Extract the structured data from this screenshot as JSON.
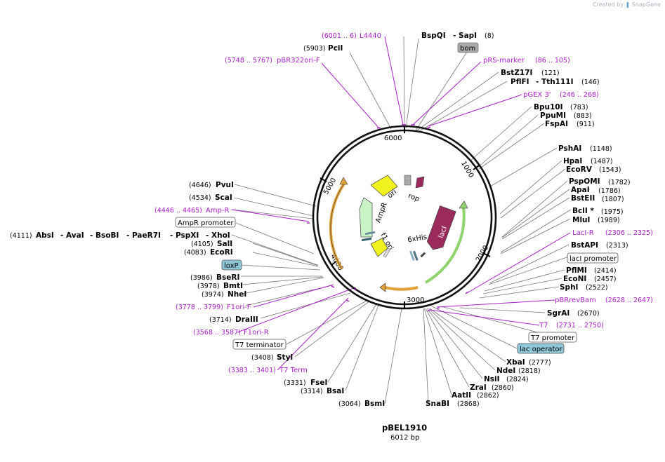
{
  "credit": {
    "prefix": "Created by",
    "brand": "SnapGene"
  },
  "plasmid": {
    "name": "pBEL1910",
    "size": "6012 bp"
  },
  "ticks": [
    "1000",
    "2000",
    "3000",
    "4000",
    "5000",
    "6000"
  ],
  "features": [
    {
      "id": "rop",
      "label": "rop",
      "color": "#9b2a5d"
    },
    {
      "id": "lacI",
      "label": "lacI",
      "color": "#9b2a5d"
    },
    {
      "id": "6xHis",
      "label": "6xHis",
      "color": "#8ab0c0"
    },
    {
      "id": "f1ori",
      "label": "f1 ori",
      "color": "#f2f21f"
    },
    {
      "id": "AmpR",
      "label": "AmpR",
      "color": "#c9f5c6"
    },
    {
      "id": "ori",
      "label": "ori",
      "color": "#f2f21f"
    },
    {
      "id": "bom",
      "label": "bom",
      "color": "#aaaaaa"
    }
  ],
  "sites": {
    "l4440": {
      "name": "L4440",
      "pos": "(6001 .. 6)"
    },
    "bspqi": {
      "name": "BspQI",
      "pos": "(8)"
    },
    "sapi": {
      "name": "- SapI"
    },
    "pcii": {
      "name": "PciI",
      "pos": "(5903)"
    },
    "bom": {
      "name": "bom"
    },
    "pbr322": {
      "name": "pBR322ori-F",
      "pos": "(5748 .. 5767)"
    },
    "prs": {
      "name": "pRS-marker",
      "pos": "(86 .. 105)"
    },
    "bstz17i": {
      "name": "BstZ17I",
      "pos": "(121)"
    },
    "pflfi": {
      "name": "PflFI",
      "pos": "(146)"
    },
    "tth111i": {
      "name": "- Tth111I"
    },
    "pgex": {
      "name": "pGEX 3'",
      "pos": "(246 .. 268)"
    },
    "bpu10i": {
      "name": "Bpu10I",
      "pos": "(783)"
    },
    "ppumi": {
      "name": "PpuMI",
      "pos": "(883)"
    },
    "fspai": {
      "name": "FspAI",
      "pos": "(911)"
    },
    "pshai": {
      "name": "PshAI",
      "pos": "(1148)"
    },
    "hpai": {
      "name": "HpaI",
      "pos": "(1487)"
    },
    "ecorv": {
      "name": "EcoRV",
      "pos": "(1543)"
    },
    "psp": {
      "name": "PspOMI",
      "pos": "(1782)"
    },
    "apai": {
      "name": "ApaI",
      "pos": "(1786)"
    },
    "bsteii": {
      "name": "BstEII",
      "pos": "(1807)"
    },
    "bcli": {
      "name": "BclI *",
      "pos": "(1975)"
    },
    "mlui": {
      "name": "MluI",
      "pos": "(1989)"
    },
    "lacir": {
      "name": "LacI-R",
      "pos": "(2306 .. 2325)"
    },
    "bstapi": {
      "name": "BstAPI",
      "pos": "(2313)"
    },
    "lacip": {
      "name": "lacI promoter"
    },
    "pflmi": {
      "name": "PflMI",
      "pos": "(2414)"
    },
    "econi": {
      "name": "EcoNI",
      "pos": "(2457)"
    },
    "sphi": {
      "name": "SphI",
      "pos": "(2522)"
    },
    "pbrrev": {
      "name": "pBRrevBam",
      "pos": "(2628 .. 2647)"
    },
    "sgrai": {
      "name": "SgrAI",
      "pos": "(2670)"
    },
    "t7": {
      "name": "T7",
      "pos": "(2731 .. 2750)"
    },
    "t7p": {
      "name": "T7 promoter"
    },
    "lacop": {
      "name": "lac operator"
    },
    "xbai": {
      "name": "XbaI",
      "pos": "(2777)"
    },
    "ndei": {
      "name": "NdeI",
      "pos": "(2818)"
    },
    "nsii": {
      "name": "NsiI",
      "pos": "(2824)"
    },
    "zrai": {
      "name": "ZraI",
      "pos": "(2860)"
    },
    "aatii": {
      "name": "AatII",
      "pos": "(2862)"
    },
    "snabi": {
      "name": "SnaBI",
      "pos": "(2868)"
    },
    "bsmi": {
      "name": "BsmI",
      "pos": "(3064)"
    },
    "bsai": {
      "name": "BsaI",
      "pos": "(3314)"
    },
    "fsei": {
      "name": "FseI",
      "pos": "(3331)"
    },
    "t7term": {
      "name": "T7 Term",
      "pos": "(3383 .. 3401)"
    },
    "styi": {
      "name": "StyI",
      "pos": "(3408)"
    },
    "t7t": {
      "name": "T7 terminator"
    },
    "f1r": {
      "name": "F1ori-R",
      "pos": "(3568 .. 3587)"
    },
    "draiii": {
      "name": "DraIII",
      "pos": "(3714)"
    },
    "f1f": {
      "name": "F1ori-F",
      "pos": "(3778 .. 3799)"
    },
    "nhei": {
      "name": "NheI",
      "pos": "(3974)"
    },
    "bmti": {
      "name": "BmtI",
      "pos": "(3978)"
    },
    "bseri": {
      "name": "BseRI",
      "pos": "(3986)"
    },
    "loxp": {
      "name": "loxP"
    },
    "ecori": {
      "name": "EcoRI",
      "pos": "(4083)"
    },
    "sali": {
      "name": "SalI",
      "pos": "(4105)"
    },
    "absi": {
      "name": "AbsI",
      "pos": "(4111)"
    },
    "avai": {
      "name": "- AvaI"
    },
    "bsobi": {
      "name": "- BsoBI"
    },
    "paer7i": {
      "name": "- PaeR7I"
    },
    "pspxi": {
      "name": "- PspXI"
    },
    "xhoi": {
      "name": "- XhoI"
    },
    "ampp": {
      "name": "AmpR promoter"
    },
    "ampr": {
      "name": "Amp-R",
      "pos": "(4446 .. 4465)"
    },
    "scai": {
      "name": "ScaI",
      "pos": "(4534)"
    },
    "pvui": {
      "name": "PvuI",
      "pos": "(4646)"
    }
  }
}
